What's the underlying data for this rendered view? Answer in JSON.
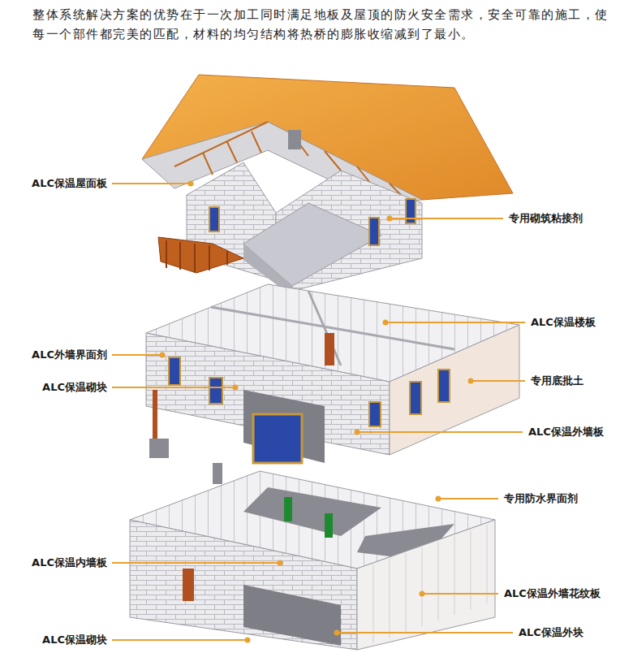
{
  "diagram": {
    "caption": "整体系统解决方案的优势在于一次加工同时满足地板及屋顶的防火安全需求，安全可靠的施工，使每一个部件都完美的匹配，材料的均匀结构将热桥的膨胀收缩减到了最小。",
    "labels": [
      "ALC保温屋面板",
      "专用砌筑粘接剂",
      "ALC保温楼板",
      "ALC外墙界面剂",
      "专用底批土",
      "ALC保温砌块",
      "ALC保温外墙板",
      "专用防水界面剂",
      "ALC保温内墙板",
      "ALC保温外墙花纹板",
      "ALC保温外块",
      "ALC保温砌块"
    ]
  }
}
